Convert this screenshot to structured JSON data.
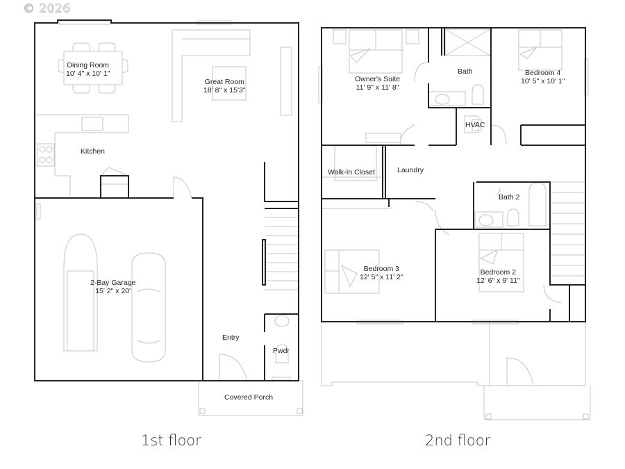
{
  "copyright": "© 2026",
  "floors": [
    {
      "caption": "1st floor",
      "rooms": [
        {
          "name": "Dining Room",
          "dims": "10' 4\" x 10' 1\""
        },
        {
          "name": "Great Room",
          "dims": "18' 8\" x 15'3\""
        },
        {
          "name": "Kitchen",
          "dims": ""
        },
        {
          "name": "2-Bay Garage",
          "dims": "15' 2\" x 20'"
        },
        {
          "name": "Entry",
          "dims": ""
        },
        {
          "name": "Pwdr",
          "dims": ""
        },
        {
          "name": "Covered Porch",
          "dims": ""
        }
      ]
    },
    {
      "caption": "2nd floor",
      "rooms": [
        {
          "name": "Owner's Suite",
          "dims": "11' 9\" x 11' 8\""
        },
        {
          "name": "Bath",
          "dims": ""
        },
        {
          "name": "Bedroom 4",
          "dims": "10' 5\" x 10' 1\""
        },
        {
          "name": "HVAC",
          "dims": ""
        },
        {
          "name": "Walk-In Closet",
          "dims": ""
        },
        {
          "name": "Laundry",
          "dims": ""
        },
        {
          "name": "Bath 2",
          "dims": ""
        },
        {
          "name": "Bedroom 3",
          "dims": "12' 5\" x 11' 2\""
        },
        {
          "name": "Bedroom 2",
          "dims": "12' 6\" x 9' 11\""
        }
      ]
    }
  ],
  "colors": {
    "wall": "#222222",
    "fixture": "#bdbdbd",
    "caption": "#333333"
  }
}
